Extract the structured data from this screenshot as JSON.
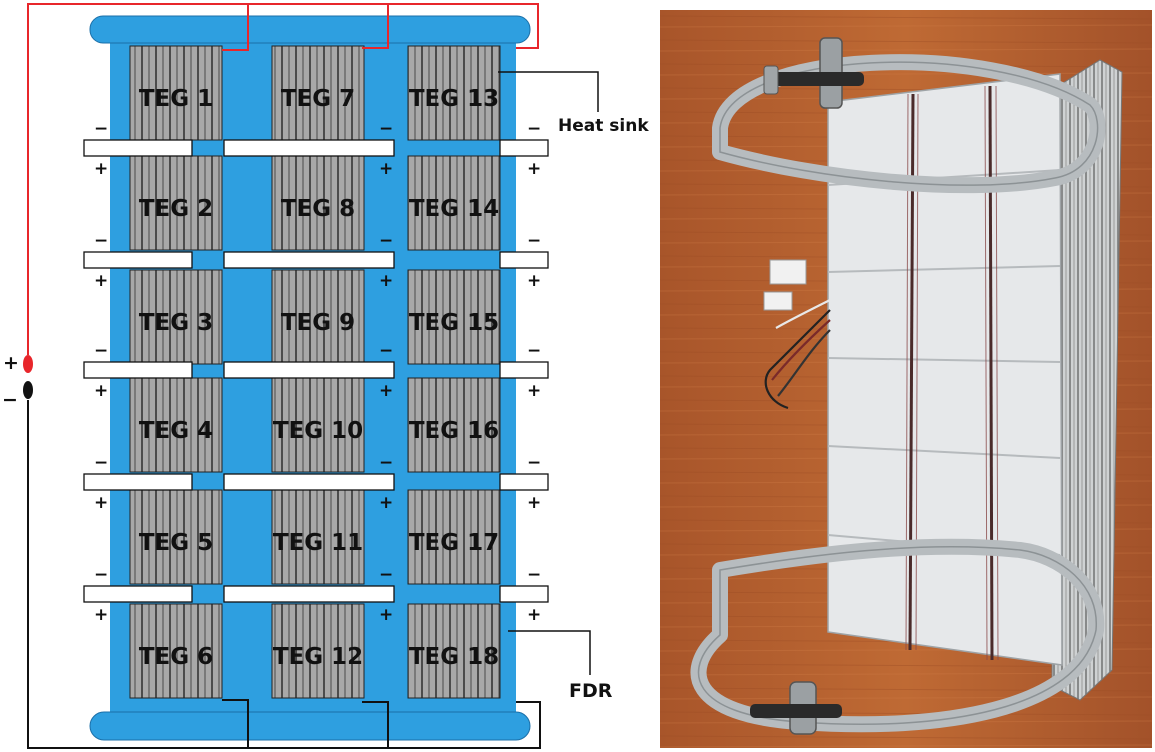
{
  "diagram": {
    "columns": [
      [
        "TEG 1",
        "TEG 2",
        "TEG 3",
        "TEG 4",
        "TEG 5",
        "TEG 6"
      ],
      [
        "TEG 7",
        "TEG 8",
        "TEG 9",
        "TEG 10",
        "TEG 11",
        "TEG 12"
      ],
      [
        "TEG 13",
        "TEG 14",
        "TEG 15",
        "TEG 16",
        "TEG 17",
        "TEG 18"
      ]
    ],
    "heat_sink_label": "Heat sink",
    "fdr_label": "FDR",
    "plus_sign": "+",
    "minus_sign": "−",
    "terminal_plus": "+",
    "terminal_minus": "−"
  },
  "colors": {
    "fdr_blue": "#2e9fe0",
    "teg_gray": "#a7a7a7",
    "positive_wire": "#e8262b",
    "negative_wire": "#111111",
    "wood_background": "#b8632e"
  }
}
